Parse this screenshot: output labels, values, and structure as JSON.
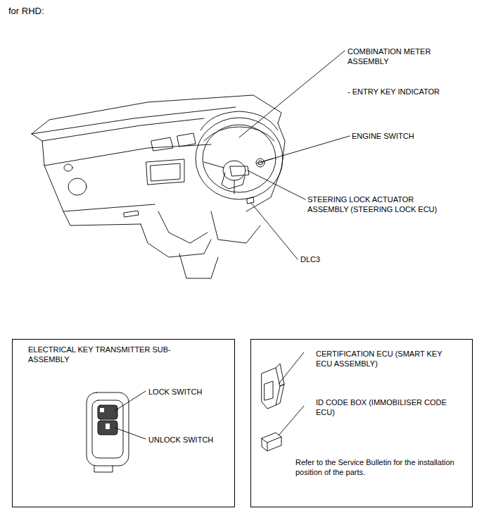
{
  "diagram": {
    "nodes": [
      {
        "text": [
          "ELECTRICAL KEY TRANSMITTER SUB-ASSEMBLY",
          "LOCK SWITCH",
          "UNLOCK SWITCH"
        ]
      },
      {
        "text": [
          "CERTIFICATION ECU (SMART KEY ECU ASSEMBLY)",
          "ID CODE BOX (IMMOBILISER CODE ECU)",
          "Refer to the Service Bulletin for the installation position of the parts."
        ]
      }
    ],
    "edges": [],
    "labels": [
      "for RHD:",
      "COMBINATION METER ASSEMBLY",
      "- ENTRY KEY INDICATOR",
      "ENGINE SWITCH",
      "STEERING LOCK ACTUATOR ASSEMBLY (STEERING LOCK ECU)",
      "DLC3"
    ]
  }
}
